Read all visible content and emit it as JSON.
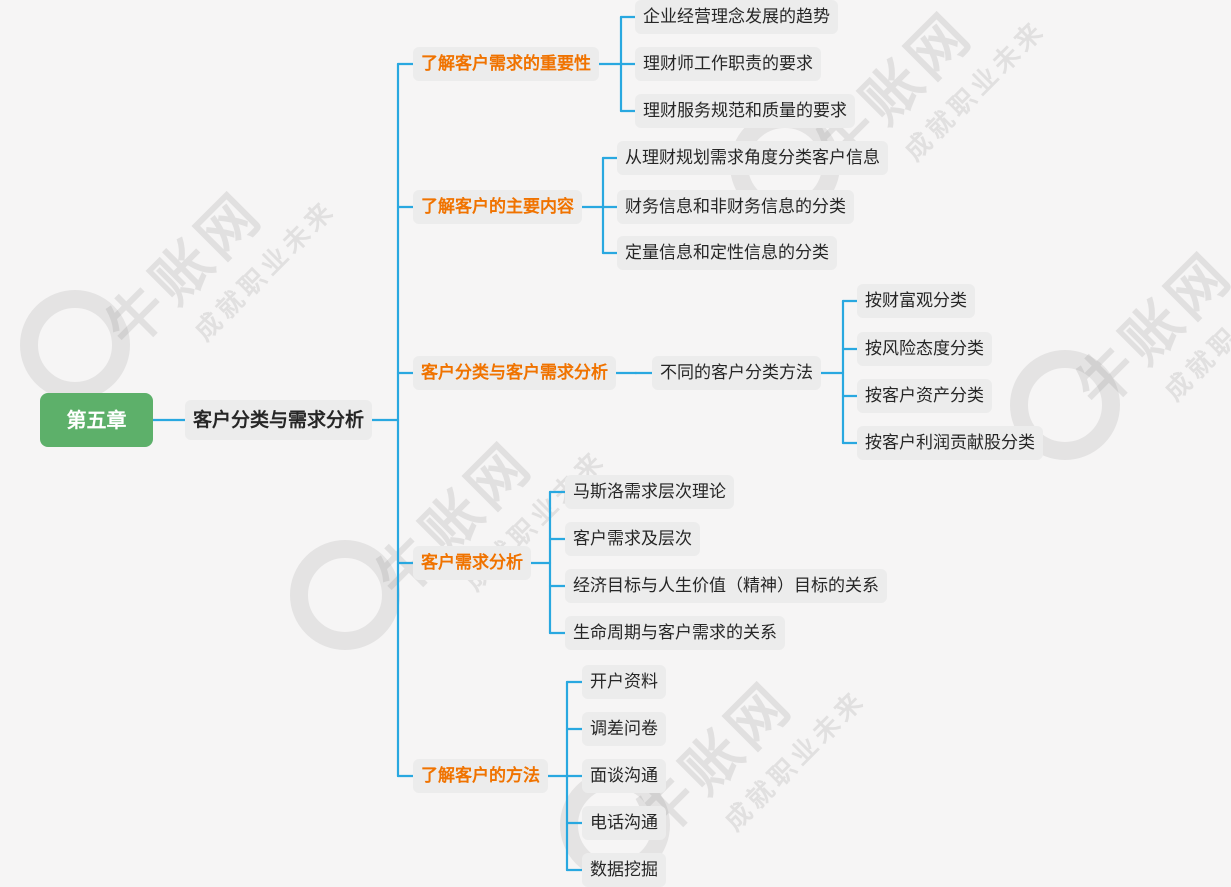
{
  "root": "第五章",
  "subject": "客户分类与需求分析",
  "watermark": {
    "brand": "牛账网",
    "slogan": "成就职业未来"
  },
  "branches": [
    {
      "label": "了解客户需求的重要性",
      "children": [
        "企业经营理念发展的趋势",
        "理财师工作职责的要求",
        "理财服务规范和质量的要求"
      ]
    },
    {
      "label": "了解客户的主要内容",
      "children": [
        "从理财规划需求角度分类客户信息",
        "财务信息和非财务信息的分类",
        "定量信息和定性信息的分类"
      ]
    },
    {
      "label": "客户分类与客户需求分析",
      "mid": "不同的客户分类方法",
      "children": [
        "按财富观分类",
        "按风险态度分类",
        "按客户资产分类",
        "按客户利润贡献股分类"
      ]
    },
    {
      "label": "客户需求分析",
      "children": [
        "马斯洛需求层次理论",
        "客户需求及层次",
        "经济目标与人生价值（精神）目标的关系",
        "生命周期与客户需求的关系"
      ]
    },
    {
      "label": "了解客户的方法",
      "children": [
        "开户资料",
        "调差问卷",
        "面谈沟通",
        "电话沟通",
        "数据挖掘"
      ]
    }
  ],
  "colors": {
    "line": "#29a8e0",
    "branch_text": "#f07300",
    "root_bg": "#5db06a",
    "node_bg": "#ececec",
    "page_bg": "#f6f5f5"
  }
}
